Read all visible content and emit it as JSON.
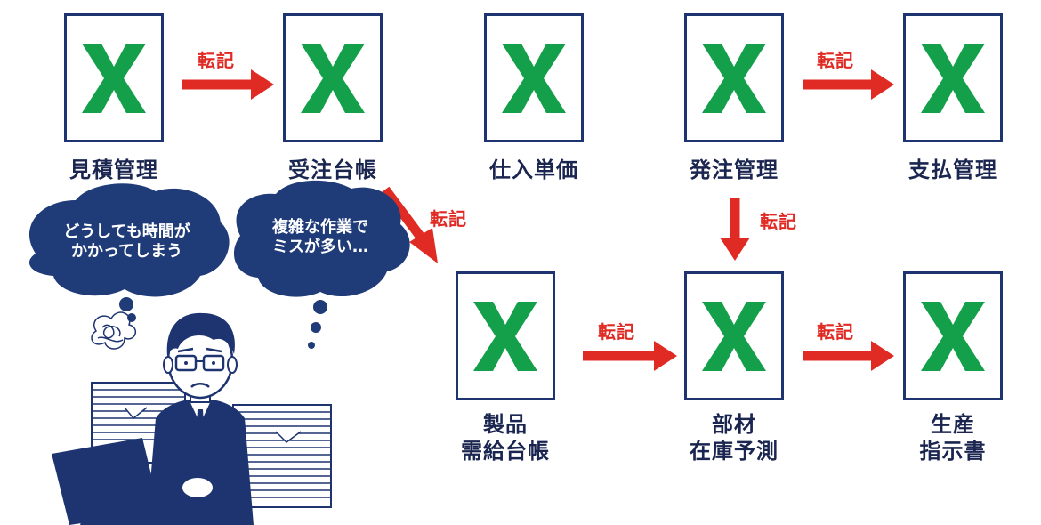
{
  "documents": [
    {
      "id": "mitsumori",
      "label_lines": [
        "見積管理"
      ]
    },
    {
      "id": "juchu",
      "label_lines": [
        "受注台帳"
      ]
    },
    {
      "id": "shiire",
      "label_lines": [
        "仕入単価"
      ]
    },
    {
      "id": "hatchu",
      "label_lines": [
        "発注管理"
      ]
    },
    {
      "id": "shiharai",
      "label_lines": [
        "支払管理"
      ]
    },
    {
      "id": "seihin",
      "label_lines": [
        "製品",
        "需給台帳"
      ]
    },
    {
      "id": "buzai",
      "label_lines": [
        "部材",
        "在庫予測"
      ]
    },
    {
      "id": "seisan",
      "label_lines": [
        "生産",
        "指示書"
      ]
    }
  ],
  "transfer_label": "転記",
  "bubbles": {
    "left": [
      "どうしても時間が",
      "かかってしまう"
    ],
    "right": [
      "複雑な作業で",
      "ミスが多い…"
    ]
  },
  "colors": {
    "excel_green": "#14a04a",
    "arrow_red": "#e02a24",
    "navy": "#1d3470",
    "bubble": "#1f3c78"
  }
}
